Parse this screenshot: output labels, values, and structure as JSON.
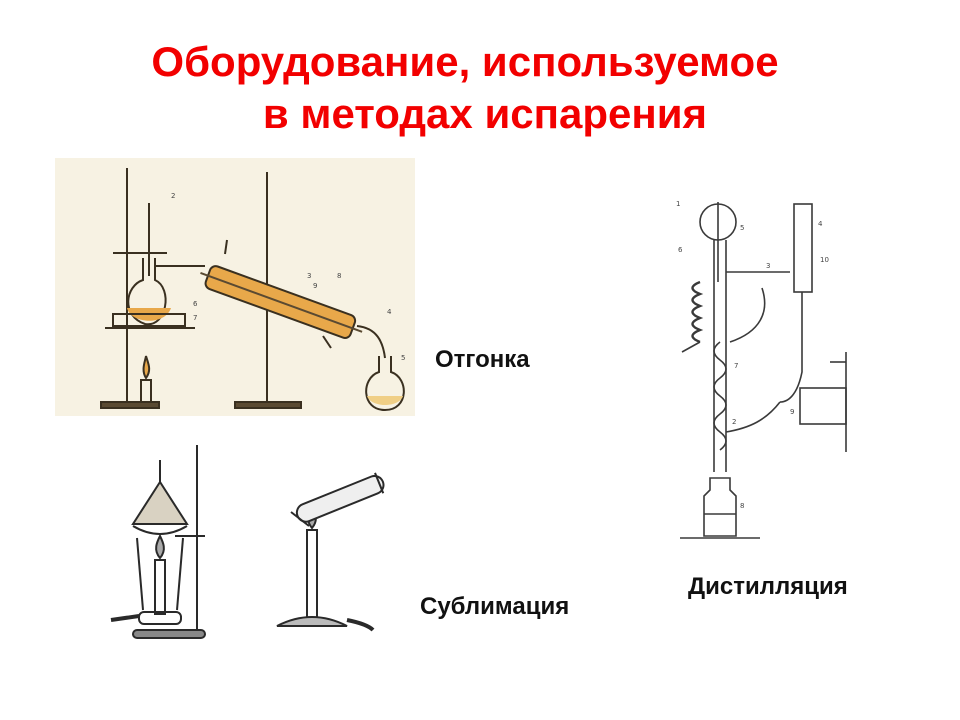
{
  "slide": {
    "title_line1": "Оборудование, используемое",
    "title_line2": "в методах испарения",
    "title_color": "#f20000"
  },
  "figures": {
    "distillation": {
      "label": "Отгонка",
      "paper_color": "#f7f2e3",
      "liquid_color": "#e8a84a",
      "part_numbers": [
        "2",
        "3",
        "4",
        "5",
        "6",
        "7",
        "8",
        "9"
      ]
    },
    "sublimation": {
      "label": "Сублимация"
    },
    "rectification": {
      "label": "Дистилляция",
      "part_numbers": [
        "1",
        "2",
        "3",
        "4",
        "5",
        "6",
        "7",
        "8",
        "9",
        "10"
      ]
    }
  }
}
